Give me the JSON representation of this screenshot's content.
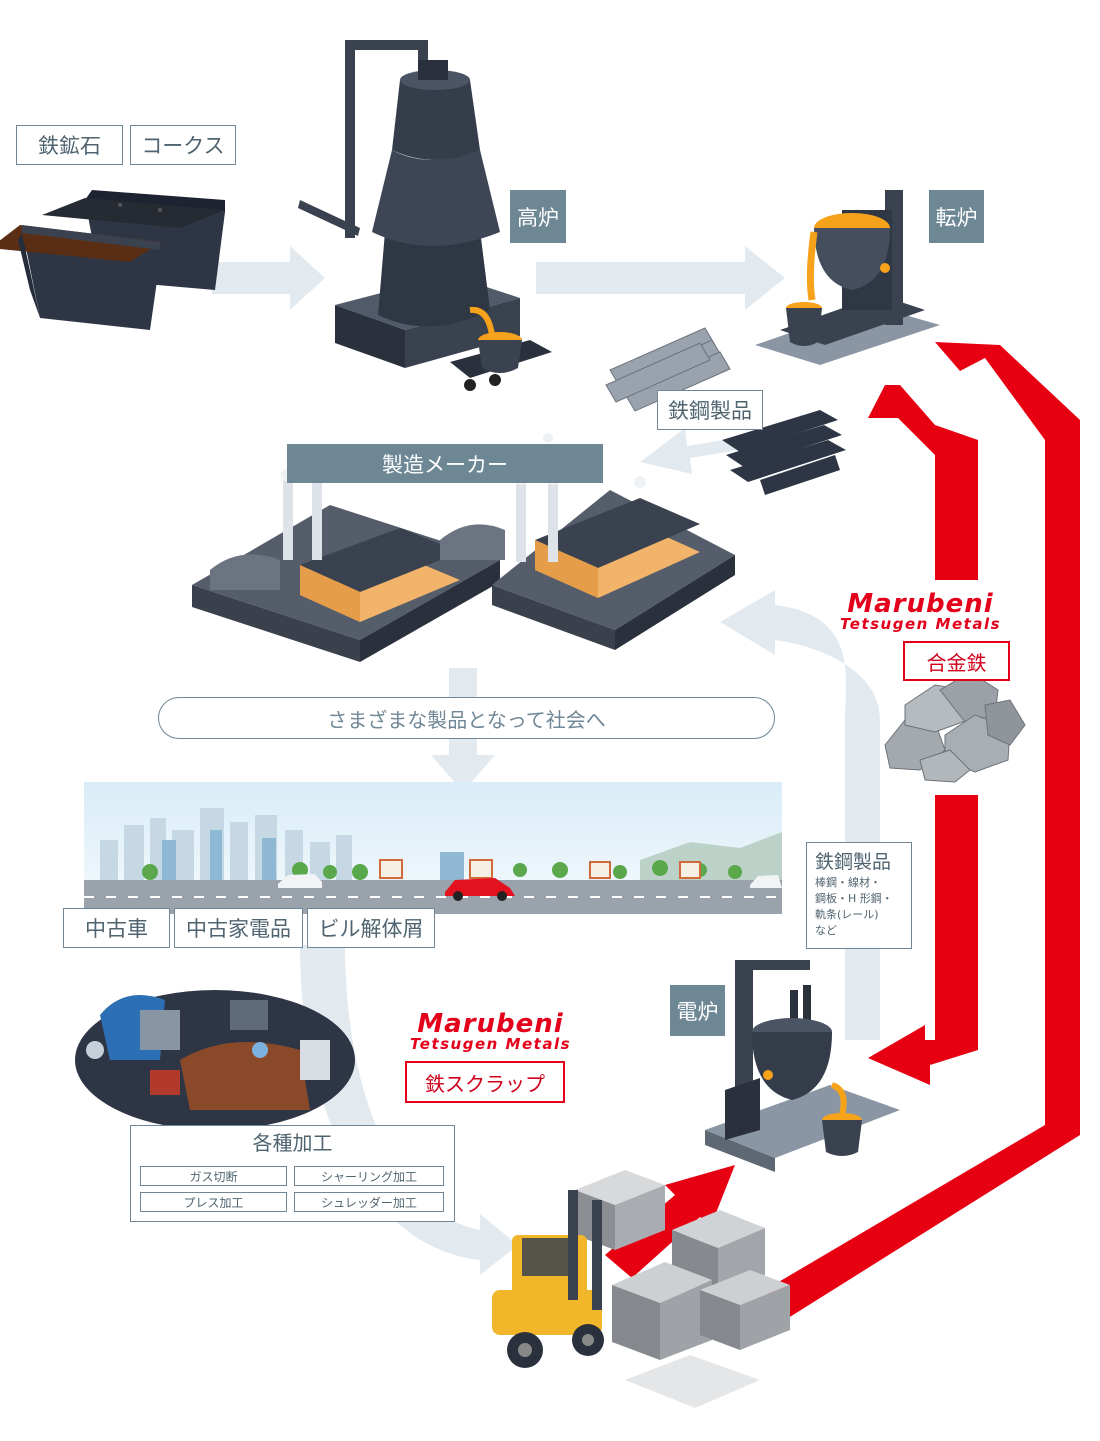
{
  "labels": {
    "iron_ore": "鉄鉱石",
    "coke": "コークス",
    "blast_furnace": "高炉",
    "converter": "転炉",
    "steel_products_top": "鉄鋼製品",
    "manufacturer": "製造メーカー",
    "society": "さまざまな製品となって社会へ",
    "ferroalloy": "合金鉄",
    "used_car": "中古車",
    "used_appliance": "中古家電品",
    "demolition": "ビル解体屑",
    "steel_products_side": "鉄鋼製品",
    "steel_products_detail": [
      "棒鋼・線材・",
      "鋼板・H 形鋼・",
      "軌条(レール)",
      "など"
    ],
    "electric_furnace": "電炉",
    "iron_scrap": "鉄スクラップ",
    "processing_title": "各種加工",
    "processing": [
      "ガス切断",
      "シャーリング加工",
      "プレス加工",
      "シュレッダー加工"
    ]
  },
  "brand": {
    "line1": "Marubeni",
    "line2": "Tetsugen Metals"
  },
  "colors": {
    "brand_red": "#e4001b",
    "label_dark": "#6e8795",
    "flow_arrow": "#e3eaef",
    "machine": "#3a4250",
    "molten": "#f7a21b"
  }
}
